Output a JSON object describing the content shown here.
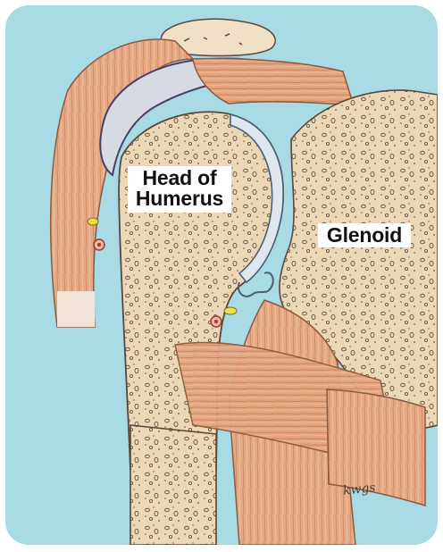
{
  "labels": {
    "head_of_humerus_line1": "Head of",
    "head_of_humerus_line2": "Humerus",
    "glenoid": "Glenoid"
  },
  "signature": "kwgs",
  "colors": {
    "background": "#a9dbe4",
    "bone": "#ecd8b6",
    "muscle": "#e7a983",
    "cartilage": "#d8dde0",
    "outline": "#5a463a"
  }
}
